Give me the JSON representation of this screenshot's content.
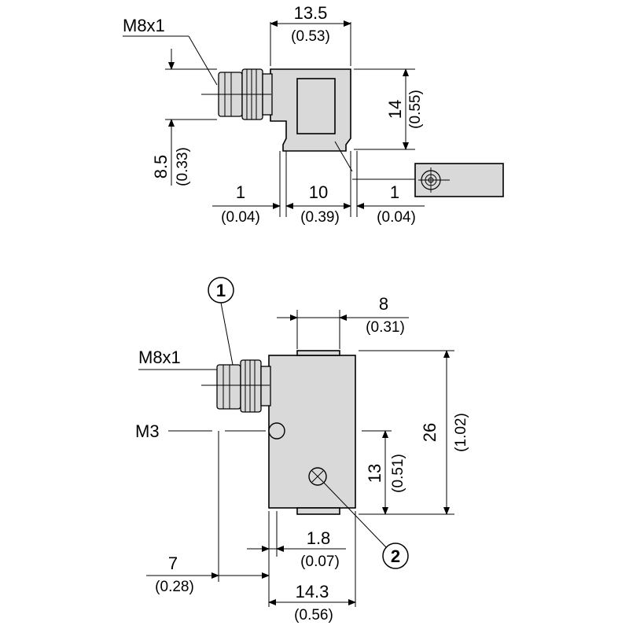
{
  "top_view": {
    "thread_label": "M8x1",
    "width_dim": {
      "value": "13.5",
      "inch": "(0.53)"
    },
    "height_dim": {
      "value": "14",
      "inch": "(0.55)"
    },
    "offset_dim": {
      "value": "8.5",
      "inch": "(0.33)"
    },
    "left_dim": {
      "value": "1",
      "inch": "(0.04)"
    },
    "mid_dim": {
      "value": "10",
      "inch": "(0.39)"
    },
    "right_dim": {
      "value": "1",
      "inch": "(0.04)"
    }
  },
  "front_view": {
    "thread_label": "M8x1",
    "hole_label": "M3",
    "callout_1": "1",
    "callout_2": "2",
    "top_dim": {
      "value": "8",
      "inch": "(0.31)"
    },
    "height_dim": {
      "value": "26",
      "inch": "(1.02)"
    },
    "half_dim": {
      "value": "13",
      "inch": "(0.51)"
    },
    "small_dim": {
      "value": "1.8",
      "inch": "(0.07)"
    },
    "left_dim": {
      "value": "7",
      "inch": "(0.28)"
    },
    "bottom_dim": {
      "value": "14.3",
      "inch": "(0.56)"
    }
  }
}
